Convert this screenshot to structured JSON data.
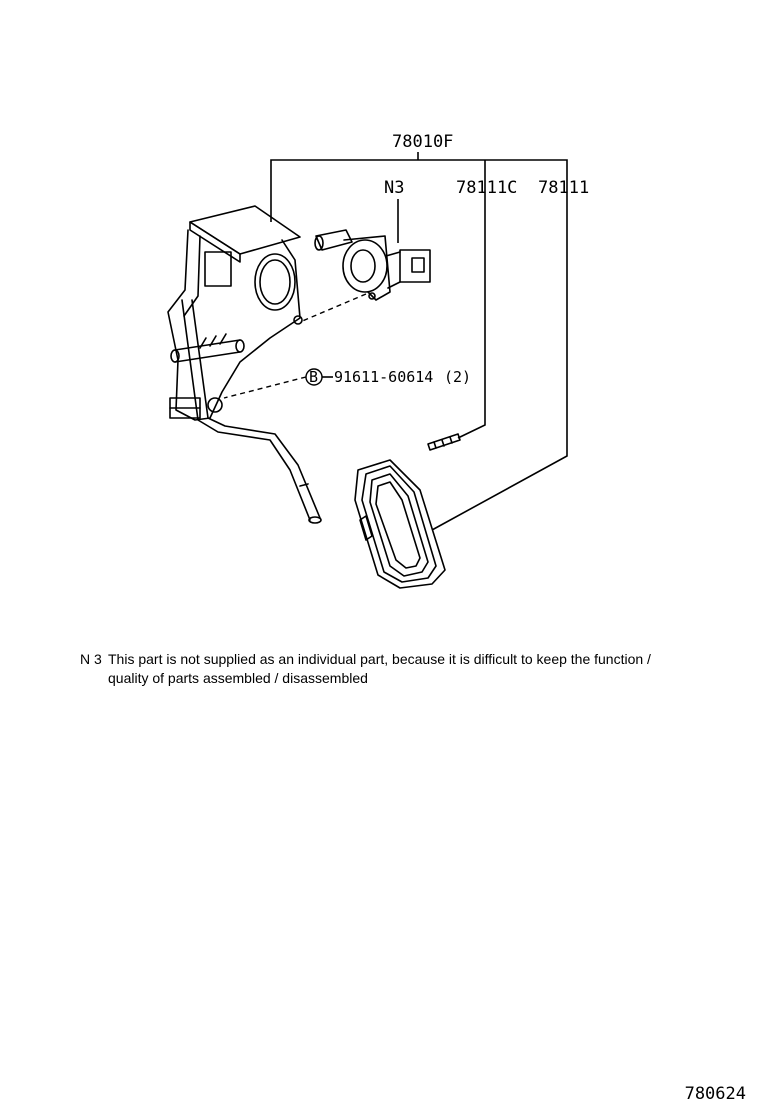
{
  "callouts": {
    "assembly": "78010F",
    "sensor_note_ref": "N3",
    "pad_sub": "78111C",
    "pad": "78111",
    "bolt": "91611-60614",
    "bolt_qty": "(2)",
    "bolt_marker": "B"
  },
  "note": {
    "code": "N 3",
    "line1": "This part is not supplied as an individual part, because it is difficult to keep the function /",
    "line2": "quality of parts assembled / disassembled"
  },
  "figure_ref": "780624"
}
